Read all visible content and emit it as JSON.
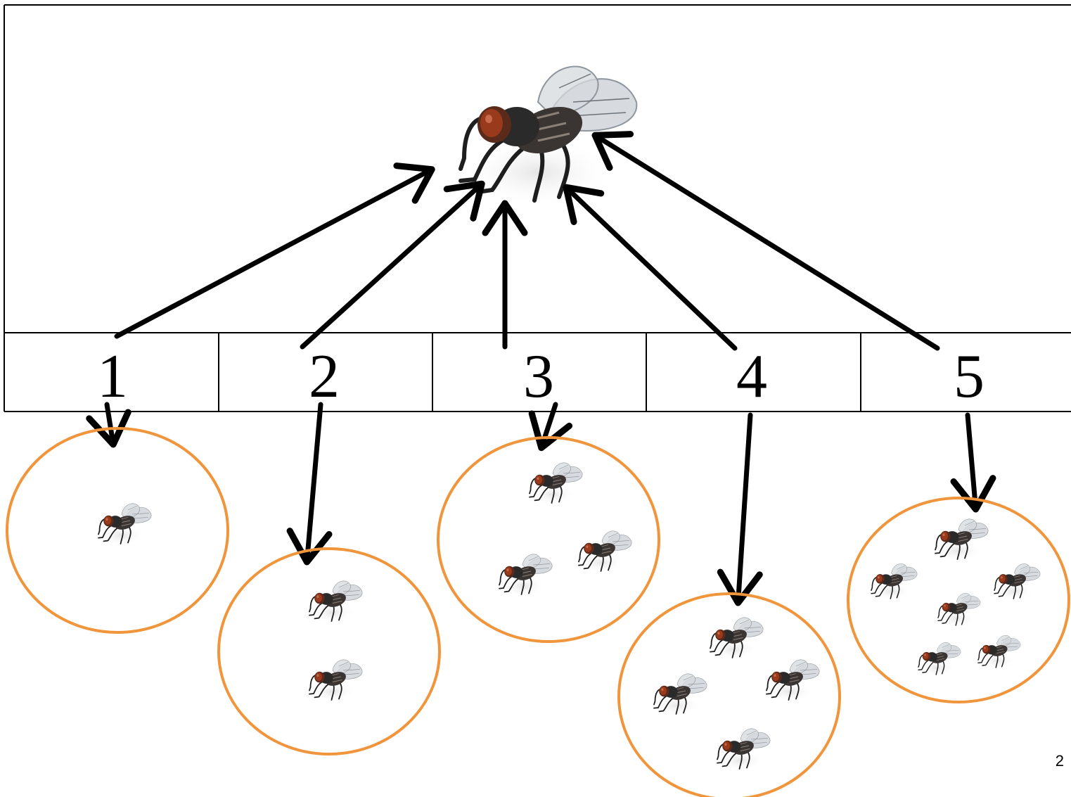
{
  "numbers": [
    "1",
    "2",
    "3",
    "4",
    "5"
  ],
  "group_counts": [
    1,
    2,
    3,
    4,
    6
  ],
  "colors": {
    "frame": "#000000",
    "arrow": "#000000",
    "circle": "#f0953c",
    "fly_body": "#2a2a2a",
    "fly_eye": "#9a3a1c",
    "fly_wing": "#c9ced4"
  },
  "icons": {
    "main": "housefly-icon",
    "group": "housefly-icon"
  },
  "page_number": "2"
}
